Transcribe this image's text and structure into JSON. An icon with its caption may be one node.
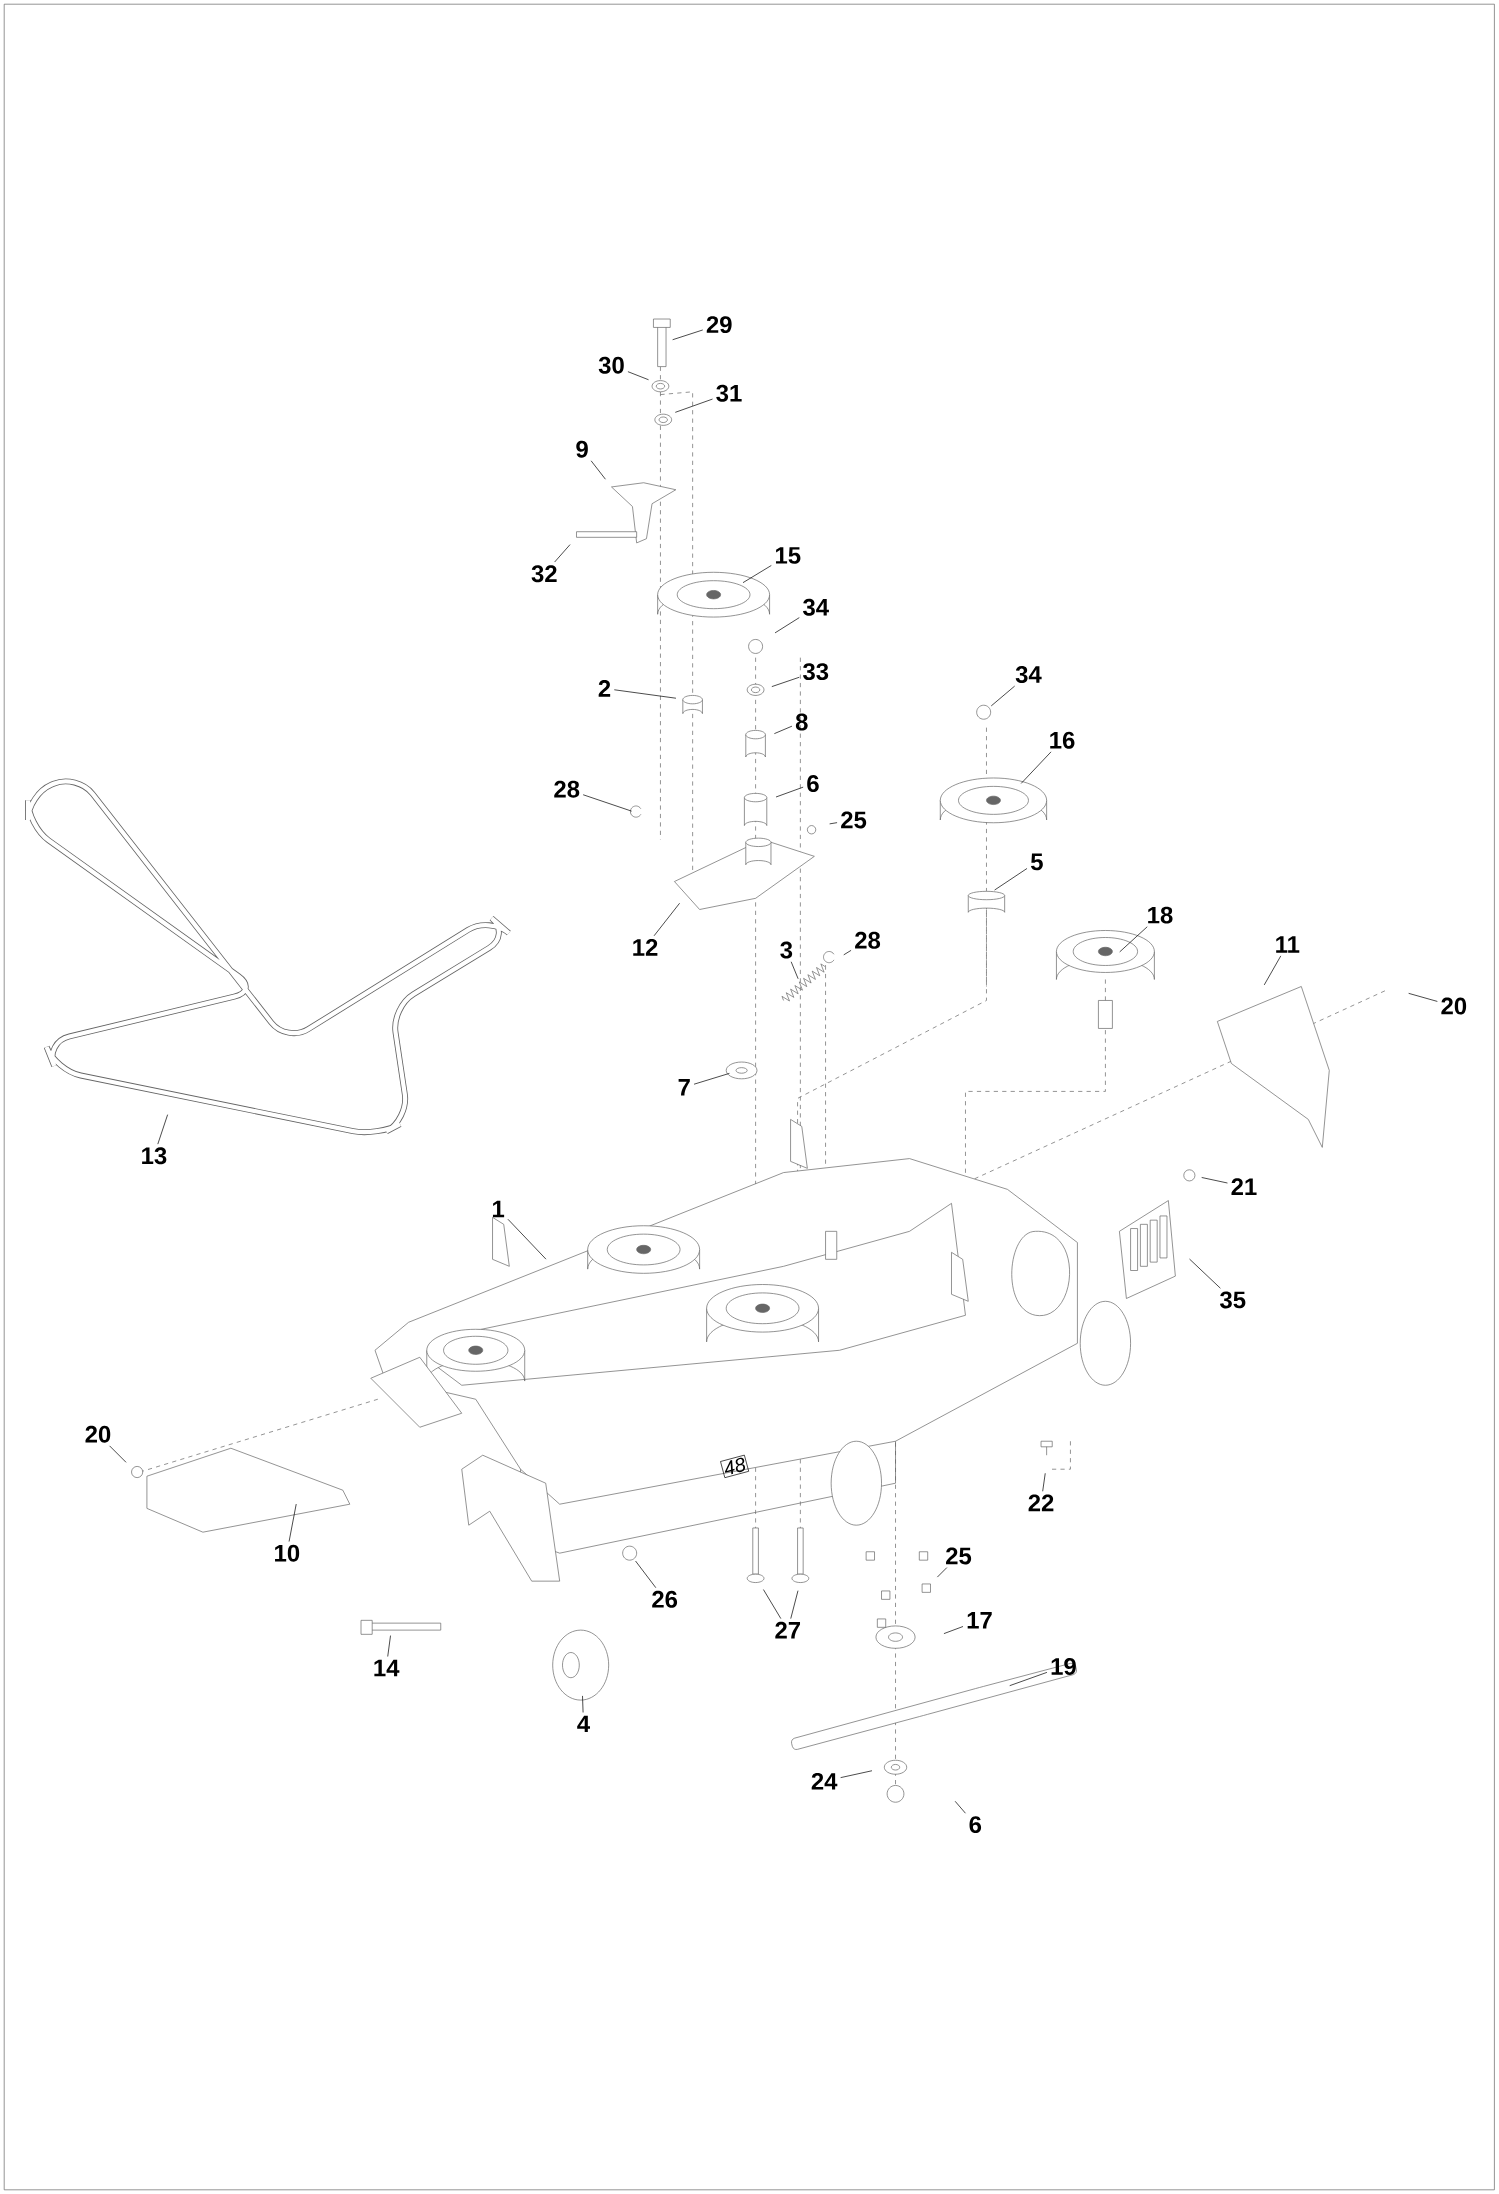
{
  "diagram": {
    "nodes": [
      {
        "text": [
          "29"
        ]
      },
      {
        "text": [
          "30"
        ]
      },
      {
        "text": [
          "31"
        ]
      },
      {
        "text": [
          "9"
        ]
      },
      {
        "text": [
          "15"
        ]
      },
      {
        "text": [
          "32"
        ]
      },
      {
        "text": [
          "34"
        ]
      },
      {
        "text": [
          "34"
        ]
      },
      {
        "text": [
          "33"
        ]
      },
      {
        "text": [
          "2"
        ]
      },
      {
        "text": [
          "8"
        ]
      },
      {
        "text": [
          "16"
        ]
      },
      {
        "text": [
          "28"
        ]
      },
      {
        "text": [
          "6"
        ]
      },
      {
        "text": [
          "25"
        ]
      },
      {
        "text": [
          "5"
        ]
      },
      {
        "text": [
          "18"
        ]
      },
      {
        "text": [
          "28"
        ]
      },
      {
        "text": [
          "11"
        ]
      },
      {
        "text": [
          "12"
        ]
      },
      {
        "text": [
          "3"
        ]
      },
      {
        "text": [
          "20"
        ]
      },
      {
        "text": [
          "7"
        ]
      },
      {
        "text": [
          "13"
        ]
      },
      {
        "text": [
          "21"
        ]
      },
      {
        "text": [
          "1"
        ]
      },
      {
        "text": [
          "35"
        ]
      },
      {
        "text": [
          "20"
        ]
      },
      {
        "text": [
          "22"
        ]
      },
      {
        "text": [
          "10"
        ]
      },
      {
        "text": [
          "25"
        ]
      },
      {
        "text": [
          "26"
        ]
      },
      {
        "text": [
          "17"
        ]
      },
      {
        "text": [
          "27"
        ]
      },
      {
        "text": [
          "19"
        ]
      },
      {
        "text": [
          "14"
        ]
      },
      {
        "text": [
          "4"
        ]
      },
      {
        "text": [
          "24"
        ]
      },
      {
        "text": [
          "6"
        ]
      }
    ],
    "edges": [
      {
        "from": 0,
        "to": null,
        "arrow": "none"
      },
      {
        "from": 1,
        "to": null,
        "arrow": "none"
      },
      {
        "from": 2,
        "to": null,
        "arrow": "none"
      },
      {
        "from": 3,
        "to": null,
        "arrow": "none"
      },
      {
        "from": 4,
        "to": null,
        "arrow": "none"
      },
      {
        "from": 5,
        "to": null,
        "arrow": "none"
      },
      {
        "from": 6,
        "to": null,
        "arrow": "none"
      },
      {
        "from": 7,
        "to": null,
        "arrow": "none"
      },
      {
        "from": 8,
        "to": null,
        "arrow": "none"
      },
      {
        "from": 9,
        "to": null,
        "arrow": "none"
      },
      {
        "from": 10,
        "to": null,
        "arrow": "none"
      },
      {
        "from": 11,
        "to": null,
        "arrow": "none"
      },
      {
        "from": 12,
        "to": null,
        "arrow": "none"
      },
      {
        "from": 13,
        "to": null,
        "arrow": "none"
      },
      {
        "from": 14,
        "to": null,
        "arrow": "none"
      },
      {
        "from": 15,
        "to": null,
        "arrow": "none"
      },
      {
        "from": 16,
        "to": null,
        "arrow": "none"
      },
      {
        "from": 17,
        "to": null,
        "arrow": "none"
      },
      {
        "from": 18,
        "to": null,
        "arrow": "none"
      },
      {
        "from": 19,
        "to": null,
        "arrow": "none"
      },
      {
        "from": 20,
        "to": null,
        "arrow": "none"
      },
      {
        "from": 21,
        "to": null,
        "arrow": "none"
      },
      {
        "from": 22,
        "to": null,
        "arrow": "none"
      },
      {
        "from": 23,
        "to": null,
        "arrow": "none"
      },
      {
        "from": 24,
        "to": null,
        "arrow": "none"
      },
      {
        "from": 25,
        "to": null,
        "arrow": "none"
      },
      {
        "from": 26,
        "to": null,
        "arrow": "none"
      },
      {
        "from": 27,
        "to": null,
        "arrow": "none"
      },
      {
        "from": 28,
        "to": null,
        "arrow": "none"
      },
      {
        "from": 29,
        "to": null,
        "arrow": "none"
      },
      {
        "from": 30,
        "to": null,
        "arrow": "none"
      },
      {
        "from": 31,
        "to": null,
        "arrow": "none"
      },
      {
        "from": 32,
        "to": null,
        "arrow": "none"
      },
      {
        "from": 33,
        "to": null,
        "arrow": "none"
      },
      {
        "from": 33,
        "to": null,
        "arrow": "none"
      },
      {
        "from": 34,
        "to": null,
        "arrow": "none"
      },
      {
        "from": 35,
        "to": null,
        "arrow": "none"
      },
      {
        "from": 36,
        "to": null,
        "arrow": "none"
      },
      {
        "from": 37,
        "to": null,
        "arrow": "none"
      },
      {
        "from": 38,
        "to": null,
        "arrow": "none"
      }
    ],
    "labels": [
      "48"
    ]
  }
}
